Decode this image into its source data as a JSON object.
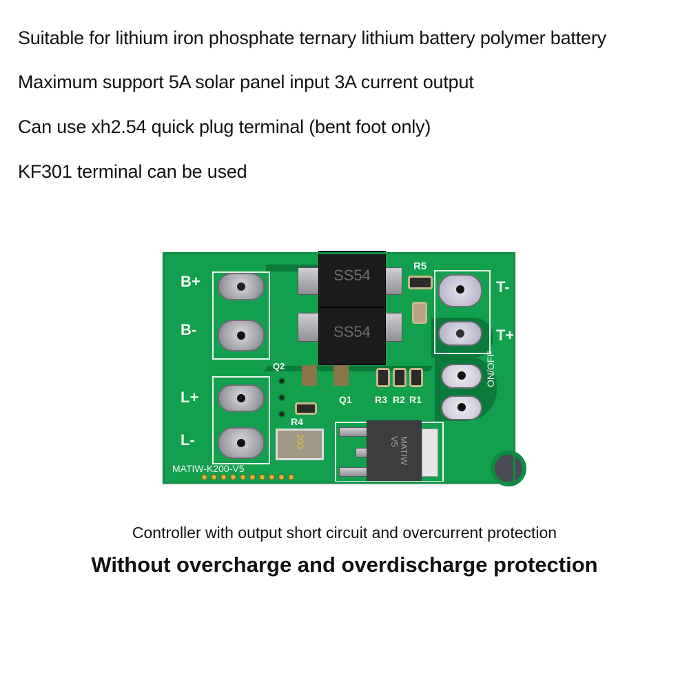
{
  "features": [
    "Suitable for lithium iron phosphate ternary lithium battery polymer battery",
    "Maximum support 5A solar panel input 3A current output",
    "Can use xh2.54 quick plug terminal (bent foot only)",
    "KF301 terminal can be used"
  ],
  "board": {
    "color": "#13a04e",
    "terminals": {
      "battery_plus": "B+",
      "battery_minus": "B-",
      "load_plus": "L+",
      "load_minus": "L-",
      "solar_minus": "T-",
      "solar_plus": "T+",
      "switch": "ON/OFF"
    },
    "components": {
      "diode_1": "SS54",
      "diode_2": "SS54",
      "q2": "Q2",
      "q1": "Q1",
      "r1": "R1",
      "r2": "R2",
      "r3": "R3",
      "r4": "R4",
      "r5": "R5",
      "fuse": "200",
      "regulator_line1": "MATIW",
      "regulator_line2": "V5"
    },
    "model": "MATIW-K200-V5"
  },
  "captions": {
    "line1": "Controller with output short circuit and overcurrent protection",
    "line2": "Without overcharge and overdischarge protection"
  }
}
